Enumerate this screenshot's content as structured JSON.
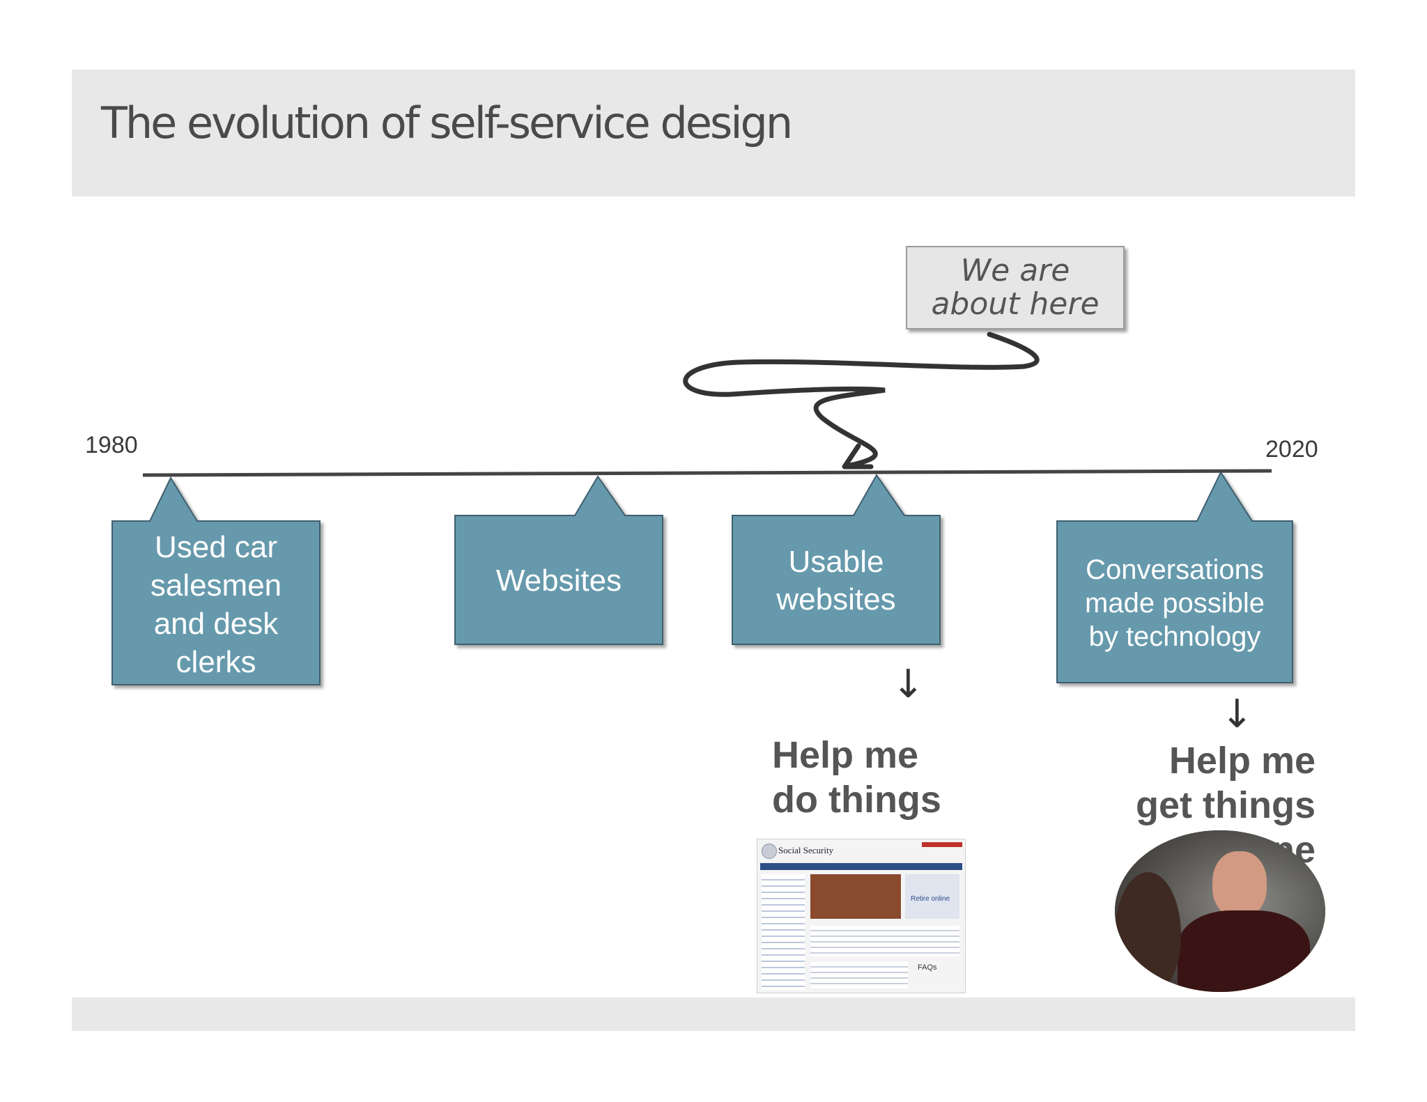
{
  "title": "The evolution of self-service design",
  "timeline": {
    "start_year": "1980",
    "end_year": "2020",
    "stages": [
      {
        "label": "Used car\nsalesmen\nand desk\nclerks"
      },
      {
        "label": "Websites"
      },
      {
        "label": "Usable\nwebsites"
      },
      {
        "label": "Conversations\nmade possible\nby technology"
      }
    ]
  },
  "callout": "We are\nabout here",
  "results": [
    {
      "label": "Help me\ndo things"
    },
    {
      "label": "Help me\nget things done"
    }
  ],
  "thumbnail": {
    "site_title": "Social Security",
    "promo_text": "Retire online",
    "faq_text": "FAQs"
  },
  "colors": {
    "box_fill": "#6699ac",
    "box_border": "#3f5f6e",
    "header_band": "#e8e8e8",
    "timeline": "#444444"
  }
}
